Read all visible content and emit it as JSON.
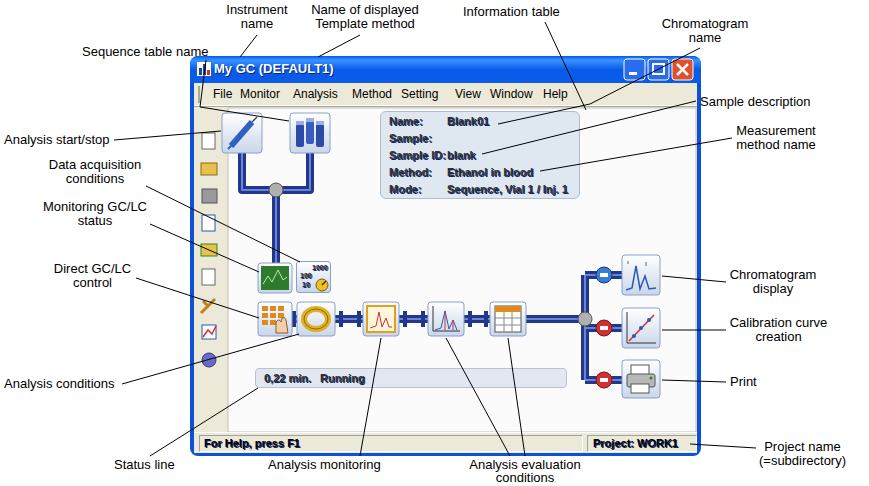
{
  "diagram": {
    "nodes": [
      {
        "text": [
          "My GC (DEFAULT1)"
        ]
      },
      {
        "text": [
          "Name:",
          "Blank01",
          "Sample:",
          "Sample ID:",
          "blank",
          "Method:",
          "Ethanol in blood",
          "Mode:",
          "Sequence, Vial 1 / Inj. 1"
        ],
        "in": 0
      },
      {
        "text": [
          "1000",
          "100",
          "10"
        ],
        "in": 0
      },
      {
        "text": [
          "0,22 min.",
          "Running"
        ],
        "in": 0
      },
      {
        "text": [
          "For Help, press F1"
        ],
        "in": 0
      },
      {
        "text": [
          "Project: WORK1"
        ],
        "in": 0
      }
    ],
    "labels": [
      "File",
      "Monitor",
      "Analysis",
      "Method",
      "Setting",
      "View",
      "Window",
      "Help",
      "Instrument name",
      "Name of displayed Template method",
      "Information table",
      "Sequence table name",
      "Chromatogram name",
      "Analysis start/stop",
      "Sample description",
      "Data acquisition conditions",
      "Monitoring GC/LC status",
      "Measurement method name",
      "Direct GC/LC control",
      "Chromatogram display",
      "Calibration curve creation",
      "Analysis conditions",
      "Print",
      "Status line",
      "Analysis monitoring",
      "Analysis evaluation conditions",
      "Project name (=subdirectory)"
    ]
  }
}
